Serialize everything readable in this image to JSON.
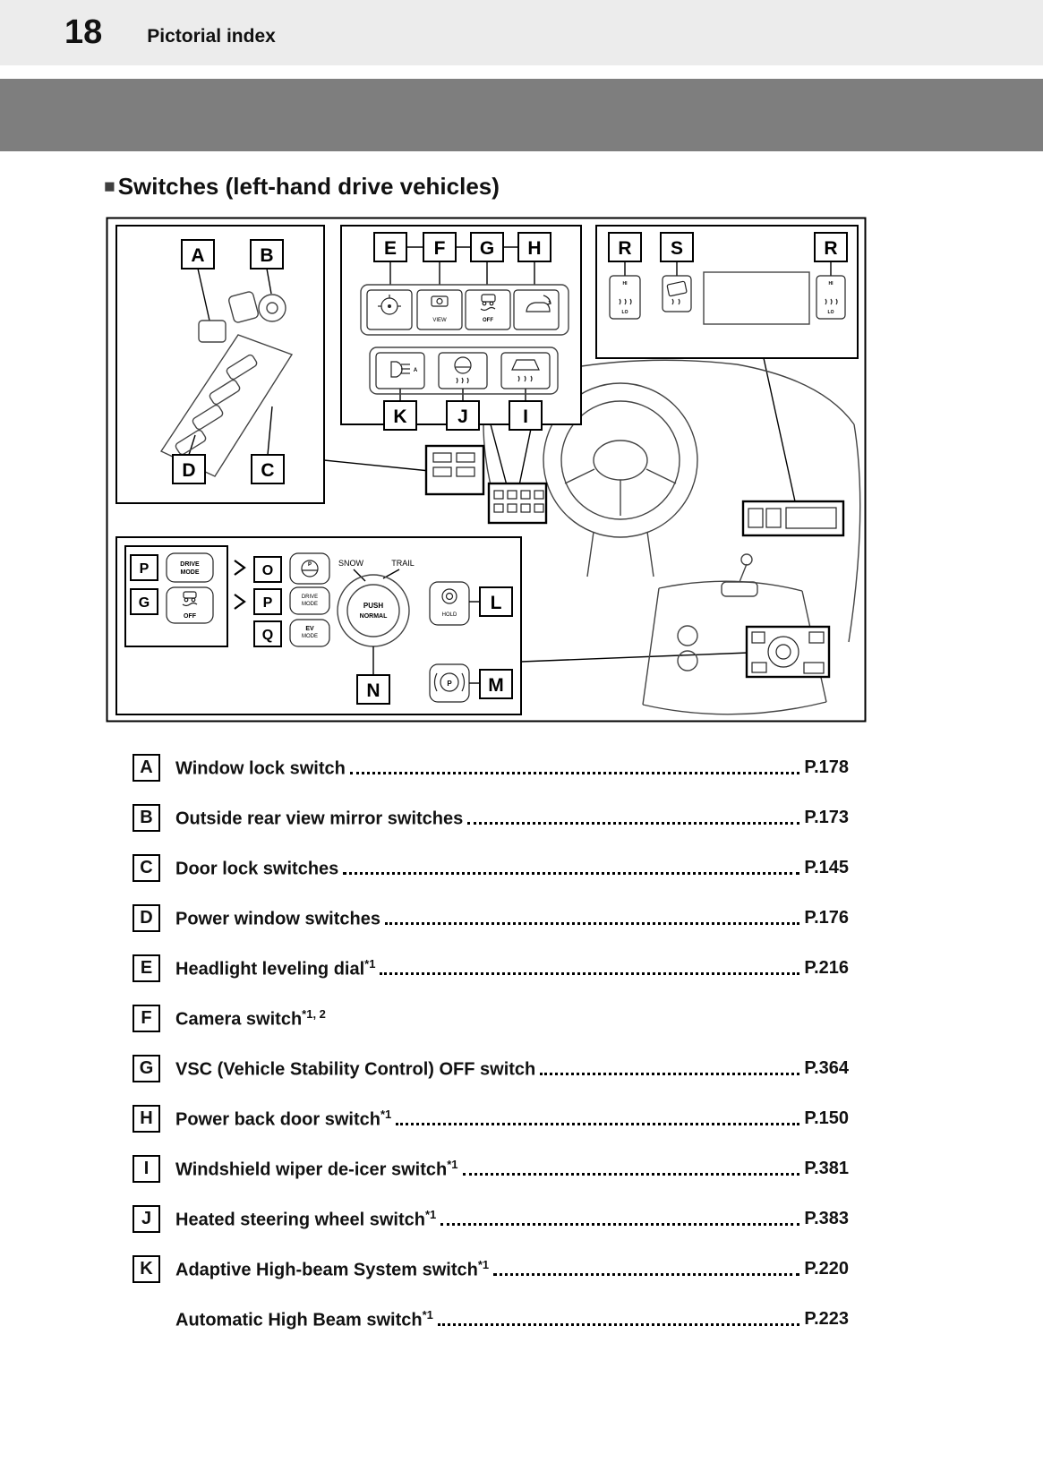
{
  "header": {
    "page_number": "18",
    "title": "Pictorial index"
  },
  "section": {
    "marker": "■",
    "title": "Switches (left-hand drive vehicles)"
  },
  "diagram": {
    "letters": {
      "a": "A",
      "b": "B",
      "c": "C",
      "d": "D",
      "e": "E",
      "f": "F",
      "g": "G",
      "h": "H",
      "i": "I",
      "j": "J",
      "k": "K",
      "l": "L",
      "m": "M",
      "n": "N",
      "o": "O",
      "p": "P",
      "q": "Q",
      "r": "R",
      "s": "S"
    },
    "texts": {
      "snow": "SNOW",
      "trail": "TRAIL",
      "push": "PUSH",
      "normal": "NORMAL",
      "drive": "DRIVE",
      "mode": "MODE",
      "ev": "EV",
      "off": "OFF",
      "view": "VIEW",
      "hold": "HOLD",
      "hi": "HI",
      "lo": "LO",
      "ahb": "A",
      "p_icon": "P"
    }
  },
  "index": {
    "items": [
      {
        "label": "A",
        "text": "Window lock switch",
        "sup": "",
        "page": "P.178"
      },
      {
        "label": "B",
        "text": "Outside rear view mirror switches ",
        "sup": "",
        "page": "P.173"
      },
      {
        "label": "C",
        "text": "Door lock switches ",
        "sup": "",
        "page": "P.145"
      },
      {
        "label": "D",
        "text": "Power window switches",
        "sup": "",
        "page": "P.176"
      },
      {
        "label": "E",
        "text": "Headlight leveling dial",
        "sup": "*1",
        "page": "P.216"
      },
      {
        "label": "F",
        "text": "Camera switch",
        "sup": "*1, 2",
        "page": ""
      },
      {
        "label": "G",
        "text": "VSC (Vehicle Stability Control) OFF switch",
        "sup": "",
        "page": "P.364"
      },
      {
        "label": "H",
        "text": "Power back door switch",
        "sup": "*1",
        "page": "P.150"
      },
      {
        "label": "I",
        "text": "Windshield wiper de-icer switch",
        "sup": "*1",
        "page": "P.381"
      },
      {
        "label": "J",
        "text": "Heated steering wheel switch",
        "sup": "*1",
        "page": "P.383"
      },
      {
        "label": "K",
        "text": "Adaptive High-beam System switch",
        "sup": "*1",
        "page": "P.220"
      },
      {
        "label": "",
        "text": "Automatic High Beam switch",
        "sup": "*1",
        "page": "P.223"
      }
    ]
  }
}
